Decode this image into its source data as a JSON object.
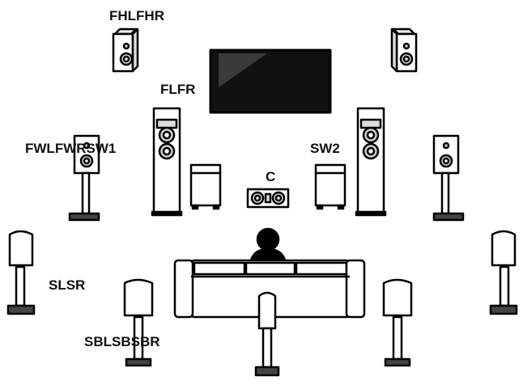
{
  "labels": {
    "front_height": "FHLFHR",
    "front": "FLFR",
    "front_wide_subwoofer": "FWLFWRSW1",
    "subwoofer2": "SW2",
    "center": "C",
    "surround": "SLSR",
    "surround_back": "SBLSBSBR"
  },
  "colors": {
    "outline": "#000000",
    "fill": "#ffffff",
    "tv": "#111111",
    "driver": "#d9d9d9"
  }
}
